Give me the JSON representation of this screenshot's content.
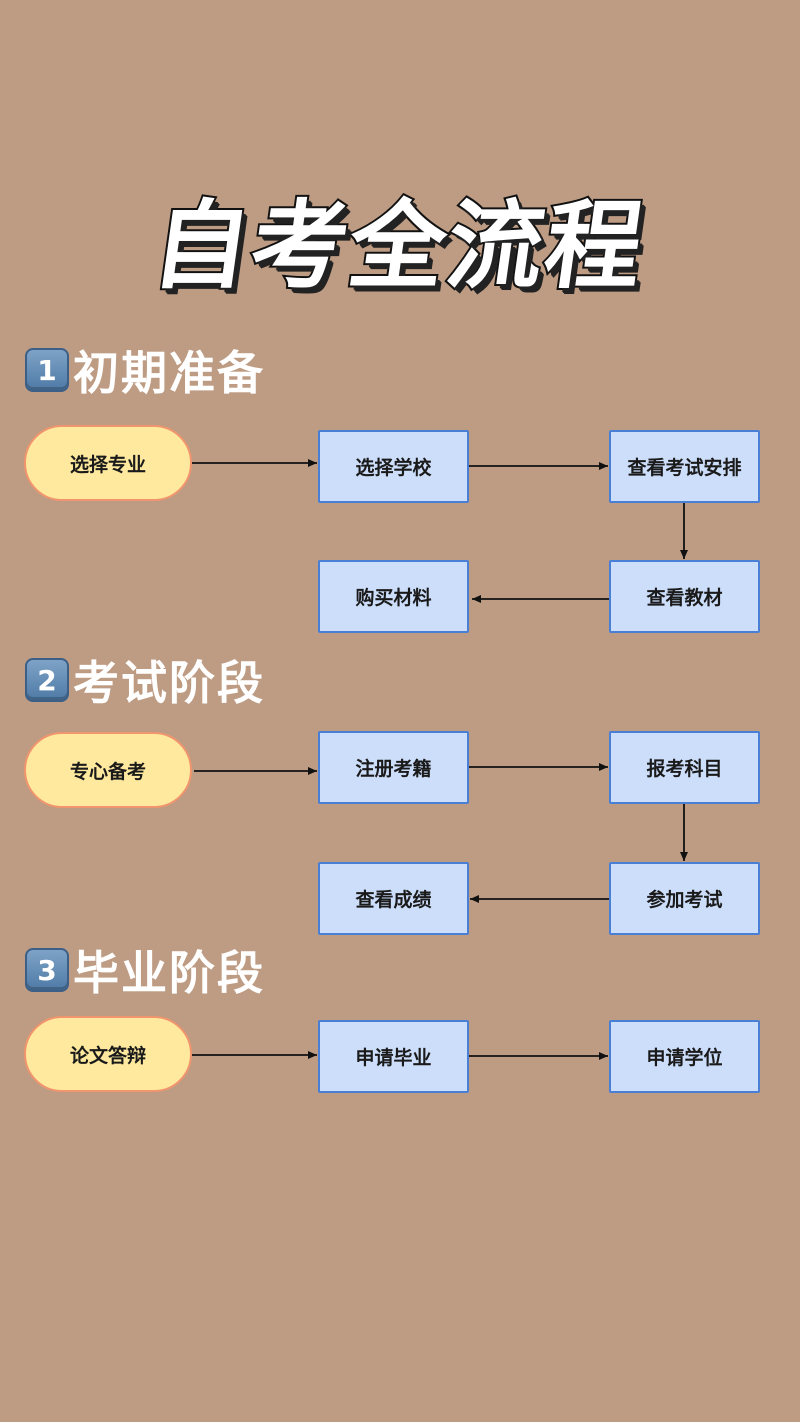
{
  "title": "自考全流程",
  "colors": {
    "background": "#BE9C83",
    "pill_fill": "#FEE99E",
    "pill_border": "#F0956E",
    "box_fill": "#CCDEFA",
    "box_border": "#4A7FD6",
    "arrow": "#111111"
  },
  "sections": [
    {
      "number": "1",
      "icon": "keycap-1-icon",
      "title": "初期准备",
      "start": "选择专业",
      "steps": [
        "选择学校",
        "查看考试安排",
        "查看教材",
        "购买材料"
      ]
    },
    {
      "number": "2",
      "icon": "keycap-2-icon",
      "title": "考试阶段",
      "start": "专心备考",
      "steps": [
        "注册考籍",
        "报考科目",
        "参加考试",
        "查看成绩"
      ]
    },
    {
      "number": "3",
      "icon": "keycap-3-icon",
      "title": "毕业阶段",
      "start": "论文答辩",
      "steps": [
        "申请毕业",
        "申请学位"
      ]
    }
  ],
  "edges": [
    {
      "from": "选择专业",
      "to": "选择学校"
    },
    {
      "from": "选择学校",
      "to": "查看考试安排"
    },
    {
      "from": "查看考试安排",
      "to": "查看教材"
    },
    {
      "from": "查看教材",
      "to": "购买材料"
    },
    {
      "from": "专心备考",
      "to": "注册考籍"
    },
    {
      "from": "注册考籍",
      "to": "报考科目"
    },
    {
      "from": "报考科目",
      "to": "参加考试"
    },
    {
      "from": "参加考试",
      "to": "查看成绩"
    },
    {
      "from": "论文答辩",
      "to": "申请毕业"
    },
    {
      "from": "申请毕业",
      "to": "申请学位"
    }
  ]
}
